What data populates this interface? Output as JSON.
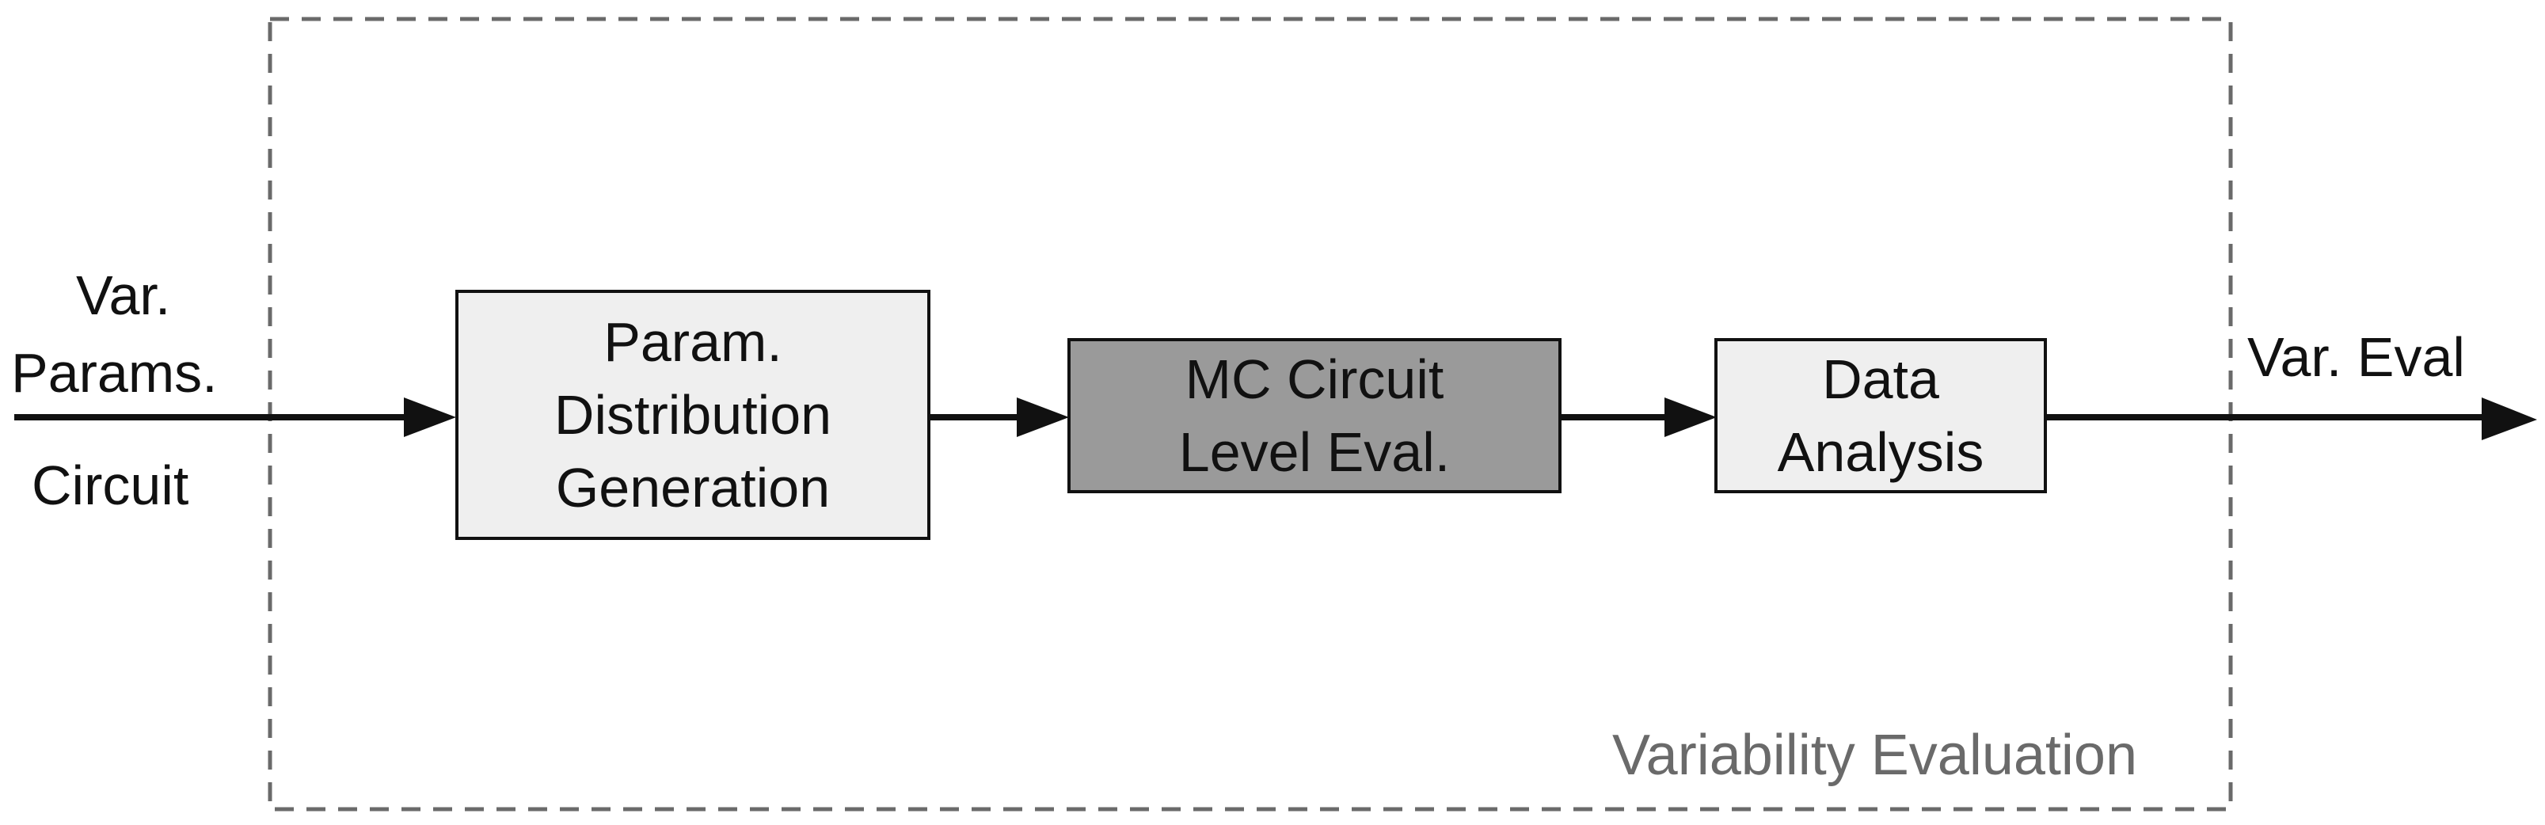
{
  "diagram": {
    "group": {
      "label": "Variability Evaluation"
    },
    "inputs": {
      "params_line1": "Var.",
      "params_line2": "Params.",
      "circuit": "Circuit"
    },
    "boxes": [
      {
        "id": "param-distribution-generation",
        "lines": [
          "Param.",
          "Distribution",
          "Generation"
        ],
        "fill": "#efefef"
      },
      {
        "id": "mc-circuit-level-eval",
        "lines": [
          "MC Circuit",
          "Level Eval."
        ],
        "fill": "#9a9a9a"
      },
      {
        "id": "data-analysis",
        "lines": [
          "Data",
          "Analysis"
        ],
        "fill": "#efefef"
      }
    ],
    "output": {
      "label": "Var. Eval"
    },
    "colors": {
      "stroke": "#111111",
      "dashed": "#6a6a6a",
      "group_text": "#6a6a6a"
    }
  }
}
